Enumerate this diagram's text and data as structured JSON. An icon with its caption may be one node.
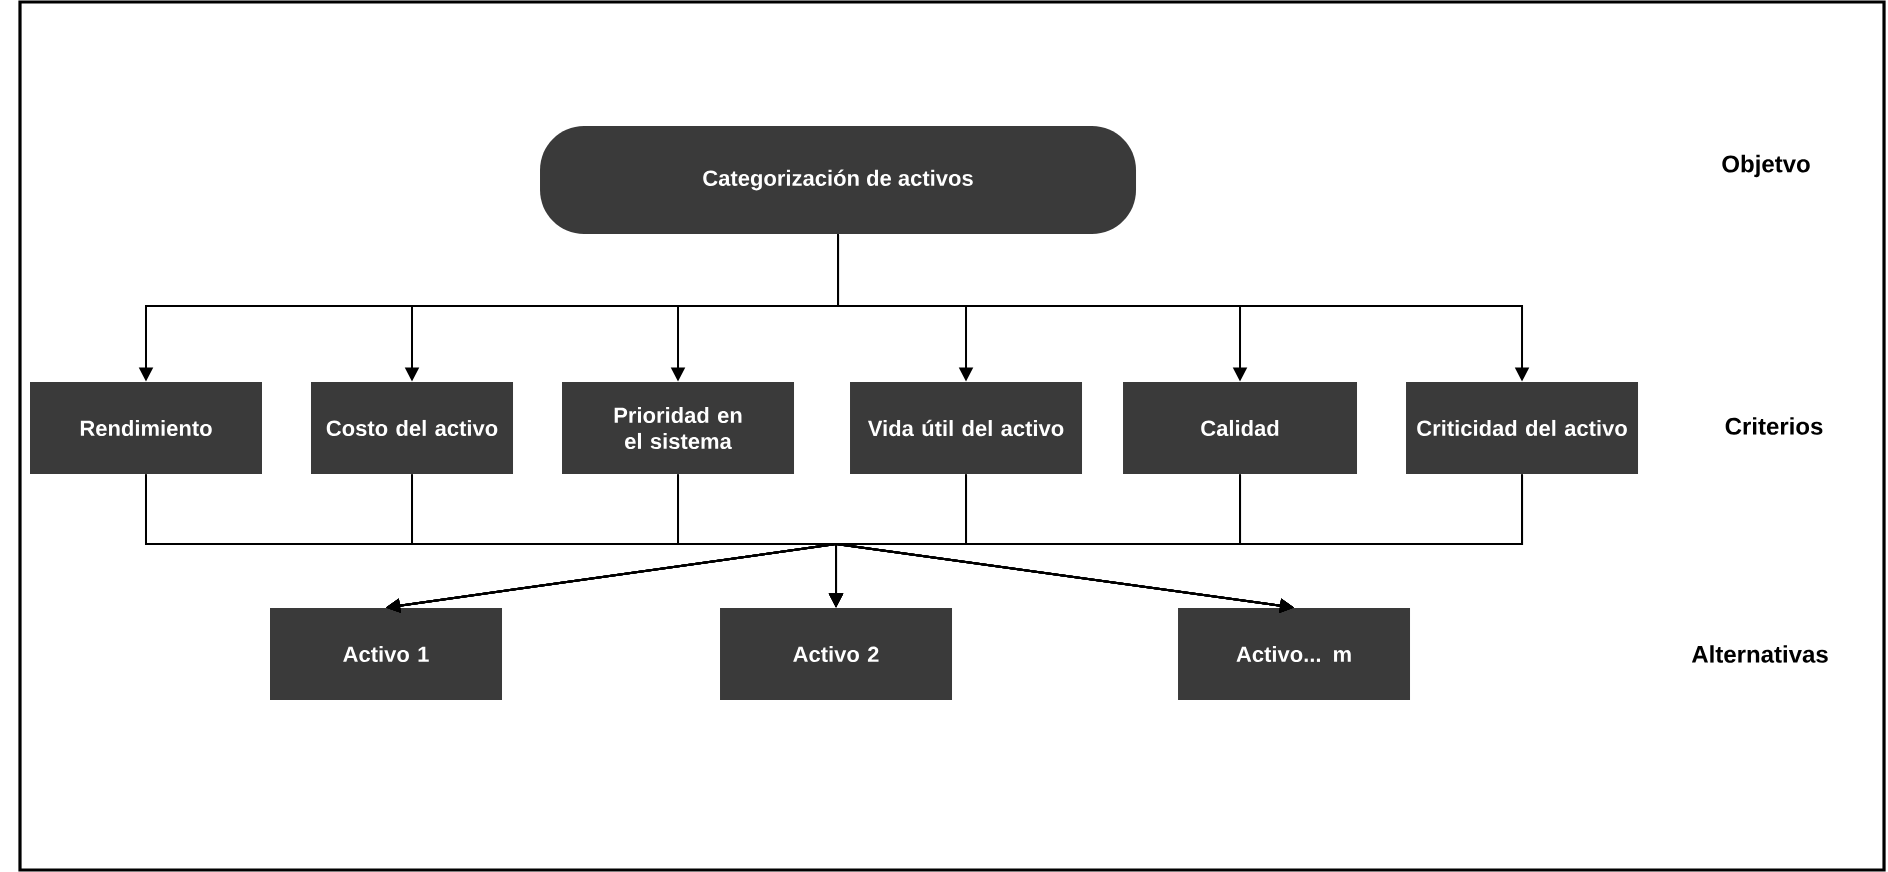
{
  "diagram": {
    "nodes": [
      {
        "text": [
          "Categorización de activos"
        ]
      },
      {
        "text": [
          "Rendimiento"
        ]
      },
      {
        "text": [
          "Costo del activo"
        ]
      },
      {
        "text": [
          "Prioridad en el sistema"
        ]
      },
      {
        "text": [
          "Vida útil del activo"
        ]
      },
      {
        "text": [
          "Calidad"
        ]
      },
      {
        "text": [
          "Criticidad del activo"
        ]
      },
      {
        "text": [
          "Activo 1"
        ]
      },
      {
        "text": [
          "Activo 2"
        ]
      },
      {
        "text": [
          "Activo... m"
        ]
      }
    ],
    "edges": [
      {
        "from": 0,
        "to": 1,
        "arrow": "to"
      },
      {
        "from": 0,
        "to": 2,
        "arrow": "to"
      },
      {
        "from": 0,
        "to": 3,
        "arrow": "to"
      },
      {
        "from": 0,
        "to": 4,
        "arrow": "to"
      },
      {
        "from": 0,
        "to": 5,
        "arrow": "to"
      },
      {
        "from": 0,
        "to": 6,
        "arrow": "to"
      },
      {
        "from": 1,
        "to": 7,
        "arrow": "to"
      },
      {
        "from": 1,
        "to": 8,
        "arrow": "to"
      },
      {
        "from": 1,
        "to": 9,
        "arrow": "to"
      },
      {
        "from": 2,
        "to": 7,
        "arrow": "to"
      },
      {
        "from": 2,
        "to": 8,
        "arrow": "to"
      },
      {
        "from": 2,
        "to": 9,
        "arrow": "to"
      },
      {
        "from": 3,
        "to": 7,
        "arrow": "to"
      },
      {
        "from": 3,
        "to": 8,
        "arrow": "to"
      },
      {
        "from": 3,
        "to": 9,
        "arrow": "to"
      },
      {
        "from": 4,
        "to": 7,
        "arrow": "to"
      },
      {
        "from": 4,
        "to": 8,
        "arrow": "to"
      },
      {
        "from": 4,
        "to": 9,
        "arrow": "to"
      },
      {
        "from": 5,
        "to": 7,
        "arrow": "to"
      },
      {
        "from": 5,
        "to": 8,
        "arrow": "to"
      },
      {
        "from": 5,
        "to": 9,
        "arrow": "to"
      },
      {
        "from": 6,
        "to": 7,
        "arrow": "to"
      },
      {
        "from": 6,
        "to": 8,
        "arrow": "to"
      },
      {
        "from": 6,
        "to": 9,
        "arrow": "to"
      }
    ],
    "labels": [
      "Objetvo",
      "Criterios",
      "Alternativas"
    ]
  }
}
